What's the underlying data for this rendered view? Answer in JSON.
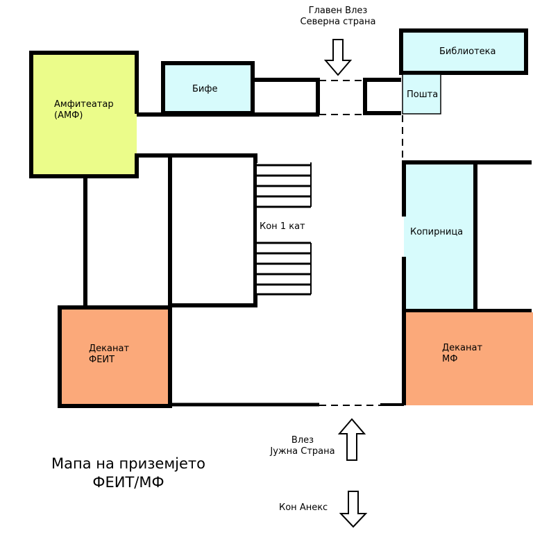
{
  "colors": {
    "amphitheater": "#ebfc8a",
    "light_blue": "#d7fbfc",
    "deanery": "#fba97a",
    "wall": "#000000"
  },
  "rooms": {
    "amphitheater": {
      "line1": "Амфитеатар",
      "line2": "(АМФ)"
    },
    "buffet": "Бифе",
    "library": "Библиотека",
    "post": "Пошта",
    "copy_shop": "Копирница",
    "stairs": "Кон 1 кат",
    "dean_feit": {
      "line1": "Деканат",
      "line2": "ФЕИТ"
    },
    "dean_mf": {
      "line1": "Деканат",
      "line2": "МФ"
    }
  },
  "entrances": {
    "main": {
      "line1": "Главен Влез",
      "line2": "Северна страна",
      "arrow_icon": "arrow-down-icon"
    },
    "south": {
      "line1": "Влез",
      "line2": "Јужна Страна",
      "arrow_icon": "arrow-up-icon"
    },
    "annex": {
      "label": "Кон Анекс",
      "arrow_icon": "arrow-down-icon"
    }
  },
  "title": {
    "line1": "Мапа на приземјето",
    "line2": "ФЕИТ/МФ"
  }
}
